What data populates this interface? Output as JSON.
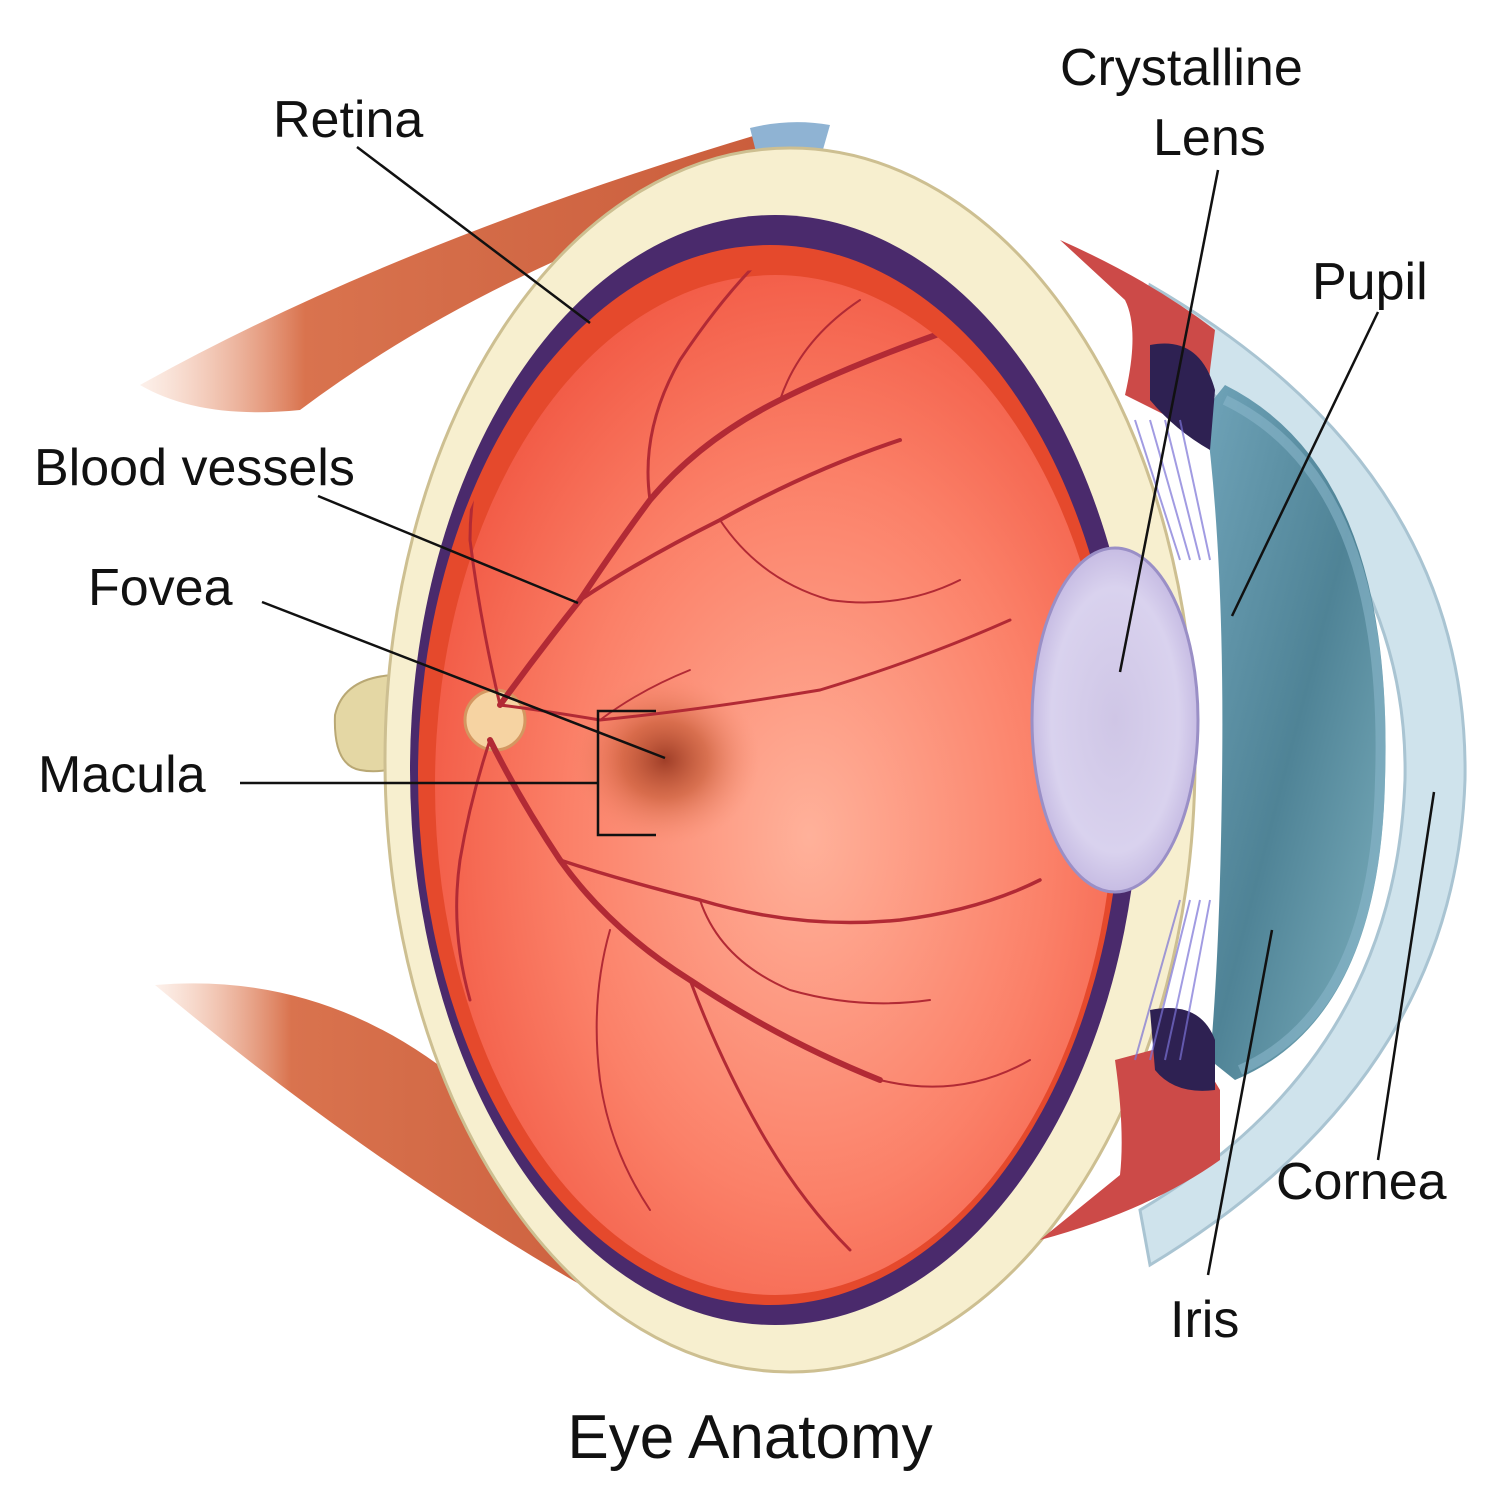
{
  "title": "Eye Anatomy",
  "labels": {
    "retina": "Retina",
    "crystalline_lens": [
      "Crystalline",
      "Lens"
    ],
    "pupil": "Pupil",
    "blood_vessels": "Blood vessels",
    "fovea": "Fovea",
    "macula": "Macula",
    "cornea": "Cornea",
    "iris": "Iris"
  },
  "colors": {
    "muscle": "#d9734e",
    "sclera": "#f7efcf",
    "choroid": "#4a2a6c",
    "retina_red": "#e5492c",
    "vitreous": "#fb8068",
    "lens": "#d4cdea",
    "iris": "#5b8fa3",
    "cornea": "#cfe3ec",
    "optic_nerve": "#e8dcb0",
    "vessel": "#b22a35",
    "leader_line": "#111111"
  }
}
